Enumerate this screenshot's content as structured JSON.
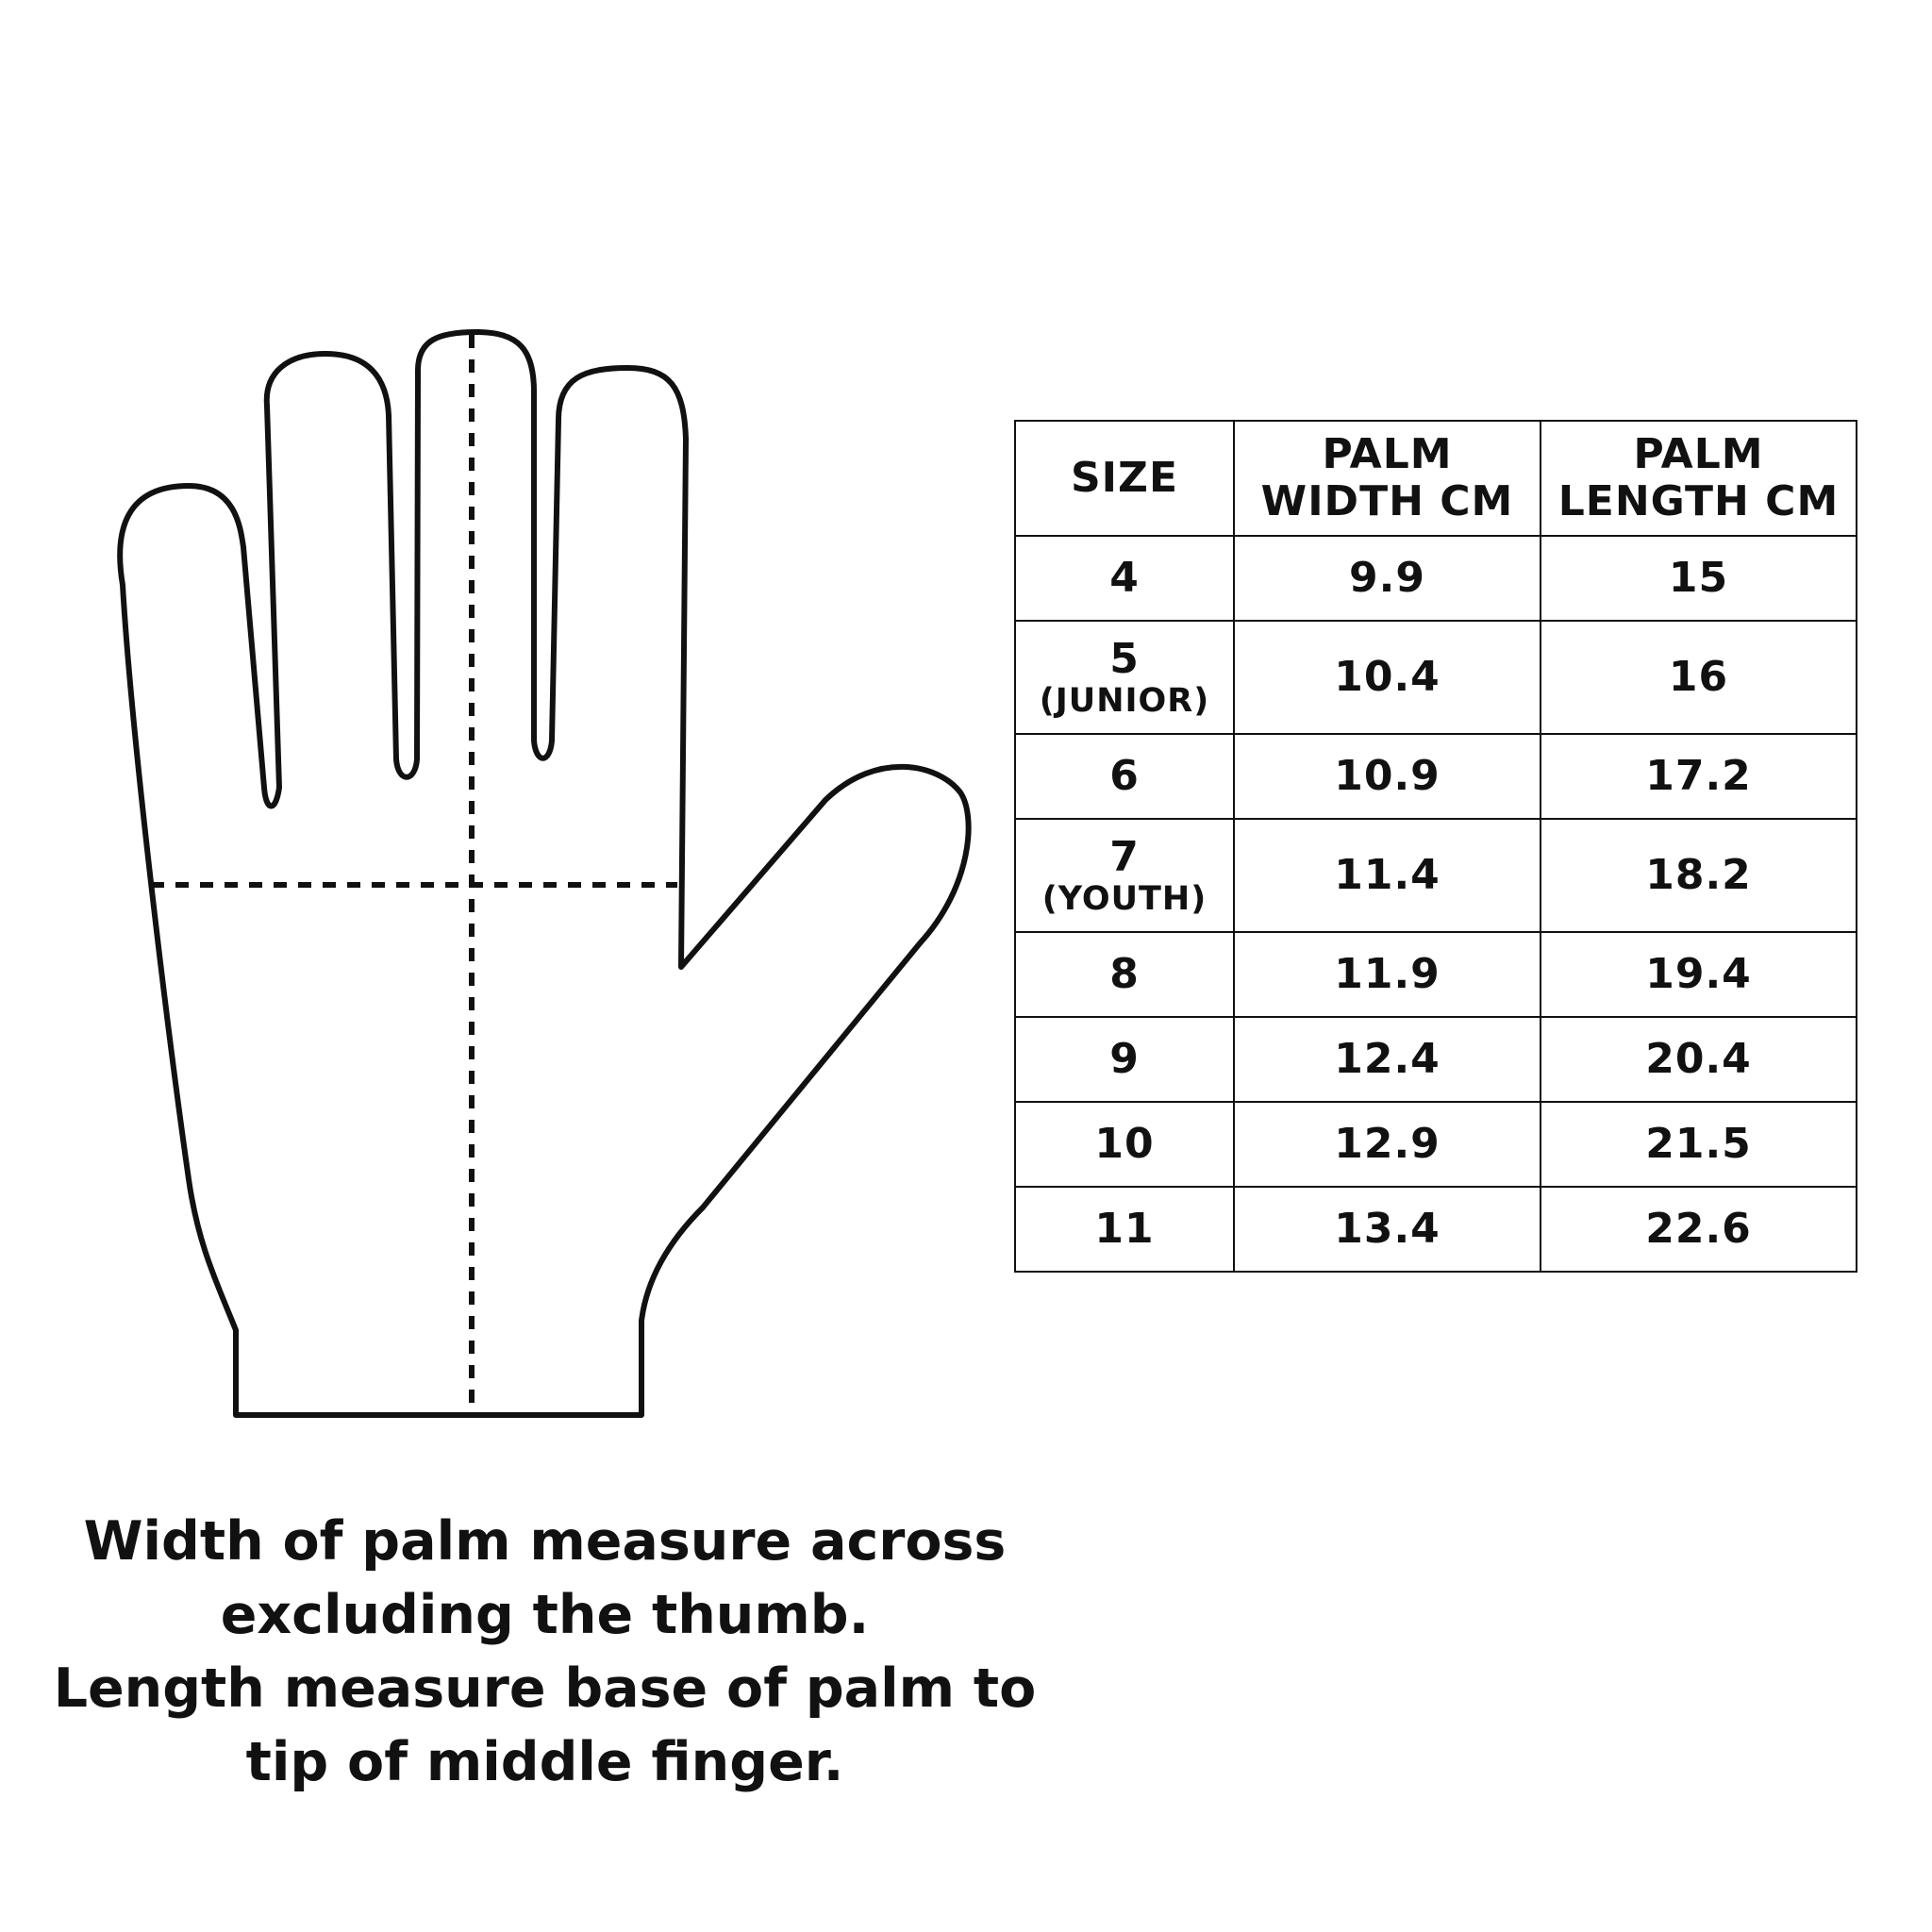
{
  "diagram": {
    "outline_color": "#111111",
    "figure": "glove-outline-icon"
  },
  "table": {
    "headers": {
      "size": "SIZE",
      "width": [
        "PALM",
        "WIDTH CM"
      ],
      "length": [
        "PALM",
        "LENGTH CM"
      ]
    },
    "rows": [
      {
        "size": "4",
        "note": "",
        "width": "9.9",
        "length": "15"
      },
      {
        "size": "5",
        "note": "(JUNIOR)",
        "width": "10.4",
        "length": "16"
      },
      {
        "size": "6",
        "note": "",
        "width": "10.9",
        "length": "17.2"
      },
      {
        "size": "7",
        "note": "(YOUTH)",
        "width": "11.4",
        "length": "18.2"
      },
      {
        "size": "8",
        "note": "",
        "width": "11.9",
        "length": "19.4"
      },
      {
        "size": "9",
        "note": "",
        "width": "12.4",
        "length": "20.4"
      },
      {
        "size": "10",
        "note": "",
        "width": "12.9",
        "length": "21.5"
      },
      {
        "size": "11",
        "note": "",
        "width": "13.4",
        "length": "22.6"
      }
    ]
  },
  "instructions": [
    "Width of palm measure across",
    "excluding the thumb.",
    "Length measure base of palm to",
    "tip of middle finger."
  ]
}
